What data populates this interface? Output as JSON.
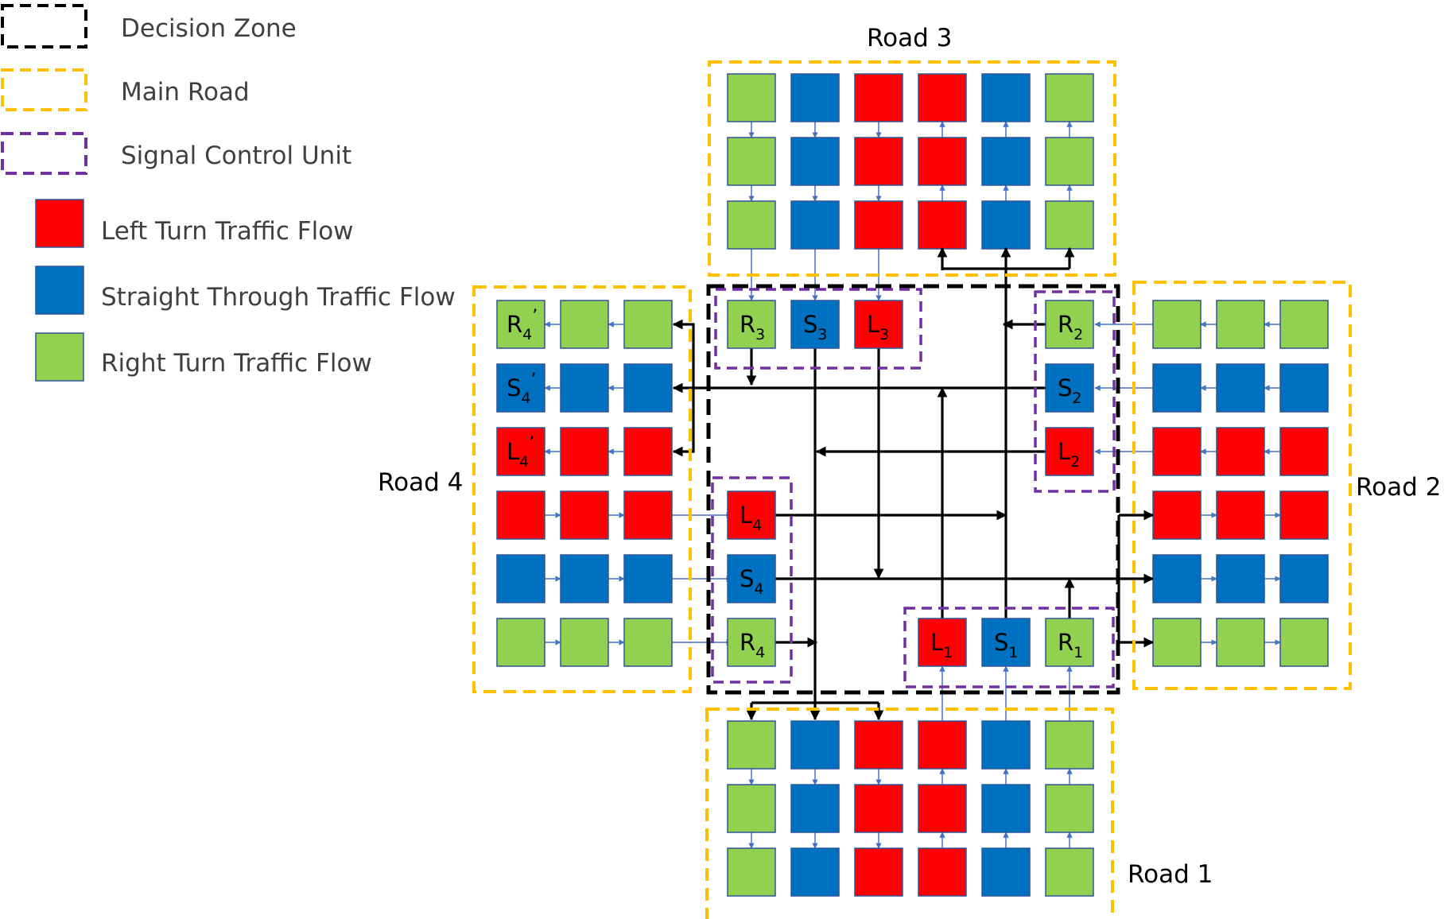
{
  "legend": {
    "decision_zone": "Decision Zone",
    "main_road": "Main Road",
    "signal_control_unit": "Signal Control Unit",
    "left_turn": "Left Turn Traffic Flow",
    "straight": "Straight Through Traffic Flow",
    "right_turn": "Right Turn Traffic Flow"
  },
  "roads": {
    "road1": "Road 1",
    "road2": "Road 2",
    "road3": "Road 3",
    "road4": "Road 4"
  },
  "signals": {
    "road1": [
      {
        "base": "L",
        "sub": "1",
        "type": "left"
      },
      {
        "base": "S",
        "sub": "1",
        "type": "straight"
      },
      {
        "base": "R",
        "sub": "1",
        "type": "right"
      }
    ],
    "road2": [
      {
        "base": "R",
        "sub": "2",
        "type": "right"
      },
      {
        "base": "S",
        "sub": "2",
        "type": "straight"
      },
      {
        "base": "L",
        "sub": "2",
        "type": "left"
      }
    ],
    "road3": [
      {
        "base": "R",
        "sub": "3",
        "type": "right"
      },
      {
        "base": "S",
        "sub": "3",
        "type": "straight"
      },
      {
        "base": "L",
        "sub": "3",
        "type": "left"
      }
    ],
    "road4": [
      {
        "base": "L",
        "sub": "4",
        "type": "left"
      },
      {
        "base": "S",
        "sub": "4",
        "type": "straight"
      },
      {
        "base": "R",
        "sub": "4",
        "type": "right"
      }
    ]
  },
  "exit_lanes_road4": [
    {
      "base": "R",
      "sub": "4",
      "prime": "’",
      "type": "right"
    },
    {
      "base": "S",
      "sub": "4",
      "prime": "’",
      "type": "straight"
    },
    {
      "base": "L",
      "sub": "4",
      "prime": "’",
      "type": "left"
    }
  ],
  "colors": {
    "left": "#ff0000",
    "straight": "#0070c0",
    "right": "#92d050",
    "decision_zone_border": "#000000",
    "main_road_border": "#ffc000",
    "signal_unit_border": "#7030a0",
    "lane_link": "#4472c4",
    "flow_arrow": "#000000"
  }
}
